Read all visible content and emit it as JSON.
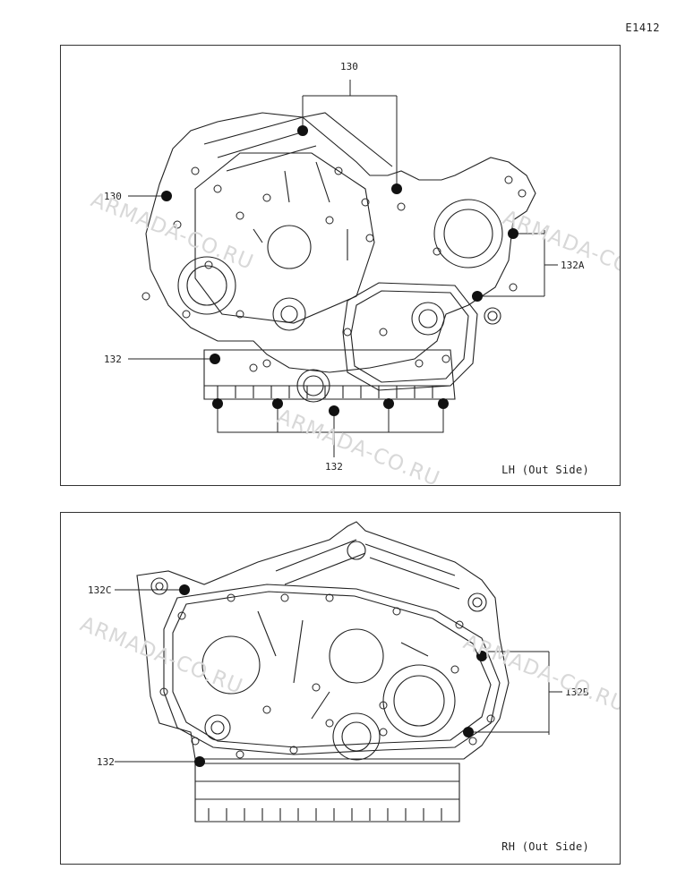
{
  "page_code": "E1412",
  "watermark": "ARMADA-CO.RU",
  "lh": {
    "side_label": "LH (Out Side)",
    "callouts": {
      "c130_top": "130",
      "c130_left": "130",
      "c132A": "132A",
      "c132_left": "132",
      "c132_bottom": "132"
    }
  },
  "rh": {
    "side_label": "RH (Out Side)",
    "callouts": {
      "c132C": "132C",
      "c132B": "132B",
      "c132_left": "132"
    }
  },
  "colors": {
    "line": "#222222",
    "watermark": "#d8d8d8",
    "bolt": "#111111"
  }
}
